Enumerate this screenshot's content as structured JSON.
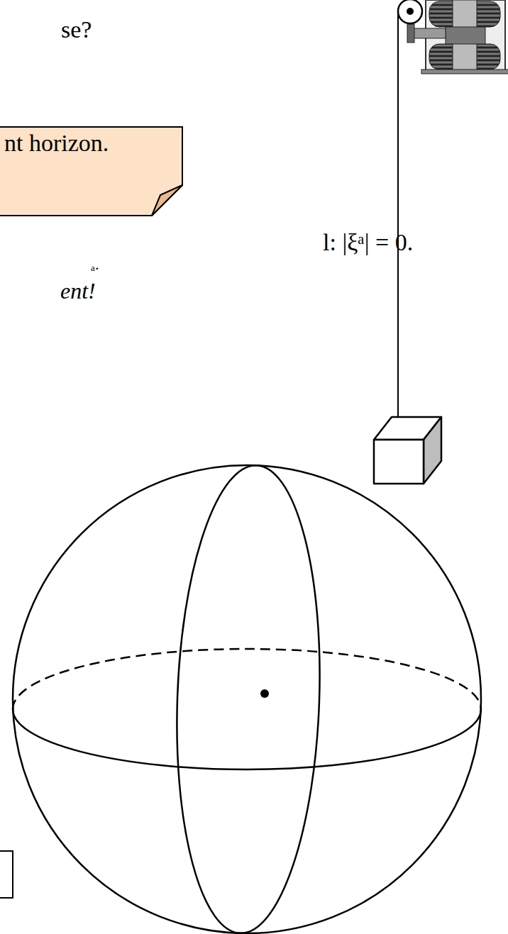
{
  "diagram": {
    "nodes": [
      {
        "text": [
          "nt horizon."
        ]
      }
    ],
    "labels": [
      "se?",
      "l: |ξᵃ| = 0.",
      "ₐ.",
      "ent!"
    ]
  }
}
